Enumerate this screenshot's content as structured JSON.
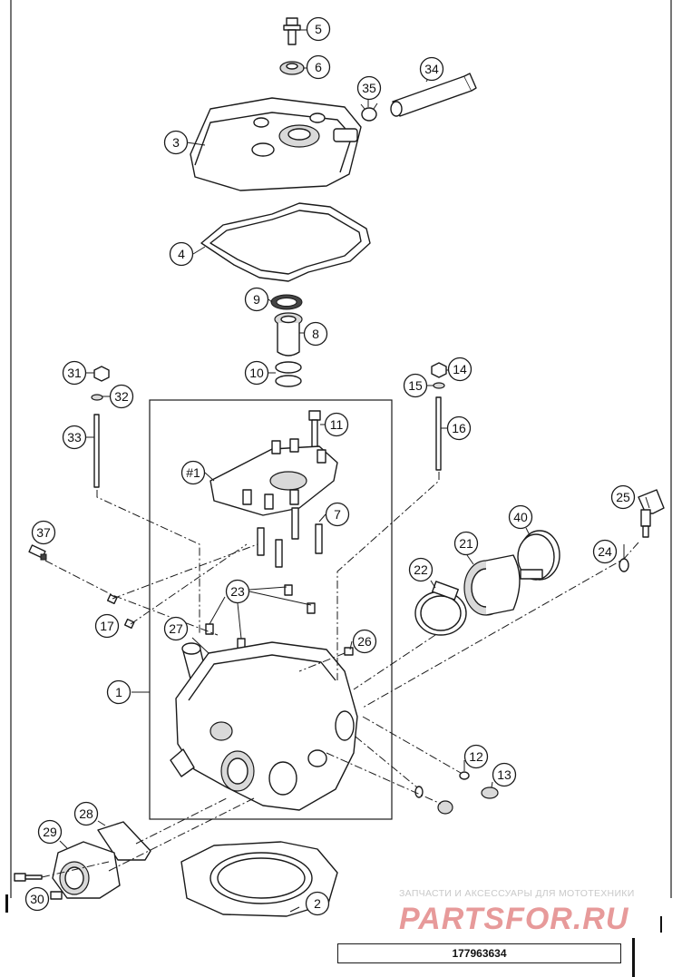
{
  "callouts": [
    {
      "id": "c5",
      "label": "5"
    },
    {
      "id": "c6",
      "label": "6"
    },
    {
      "id": "c34",
      "label": "34"
    },
    {
      "id": "c35",
      "label": "35"
    },
    {
      "id": "c3",
      "label": "3"
    },
    {
      "id": "c4",
      "label": "4"
    },
    {
      "id": "c9",
      "label": "9"
    },
    {
      "id": "c8",
      "label": "8"
    },
    {
      "id": "c10",
      "label": "10"
    },
    {
      "id": "c31",
      "label": "31"
    },
    {
      "id": "c32",
      "label": "32"
    },
    {
      "id": "c33",
      "label": "33"
    },
    {
      "id": "c14",
      "label": "14"
    },
    {
      "id": "c15",
      "label": "15"
    },
    {
      "id": "c16",
      "label": "16"
    },
    {
      "id": "c11",
      "label": "11"
    },
    {
      "id": "c1h",
      "label": "#1"
    },
    {
      "id": "c7",
      "label": "7"
    },
    {
      "id": "c25",
      "label": "25"
    },
    {
      "id": "c37",
      "label": "37"
    },
    {
      "id": "c40",
      "label": "40"
    },
    {
      "id": "c21",
      "label": "21"
    },
    {
      "id": "c24",
      "label": "24"
    },
    {
      "id": "c22",
      "label": "22"
    },
    {
      "id": "c23",
      "label": "23"
    },
    {
      "id": "c17",
      "label": "17"
    },
    {
      "id": "c27",
      "label": "27"
    },
    {
      "id": "c26",
      "label": "26"
    },
    {
      "id": "c1",
      "label": "1"
    },
    {
      "id": "c12",
      "label": "12"
    },
    {
      "id": "c13",
      "label": "13"
    },
    {
      "id": "c28",
      "label": "28"
    },
    {
      "id": "c29",
      "label": "29"
    },
    {
      "id": "c30",
      "label": "30"
    },
    {
      "id": "c2",
      "label": "2"
    }
  ],
  "watermark": {
    "tagline": "ЗАПЧАСТИ И АКСЕССУАРЫ ДЛЯ МОТОТЕХНИКИ",
    "logo": "PARTSFOR.RU"
  },
  "part_number": "177963634"
}
